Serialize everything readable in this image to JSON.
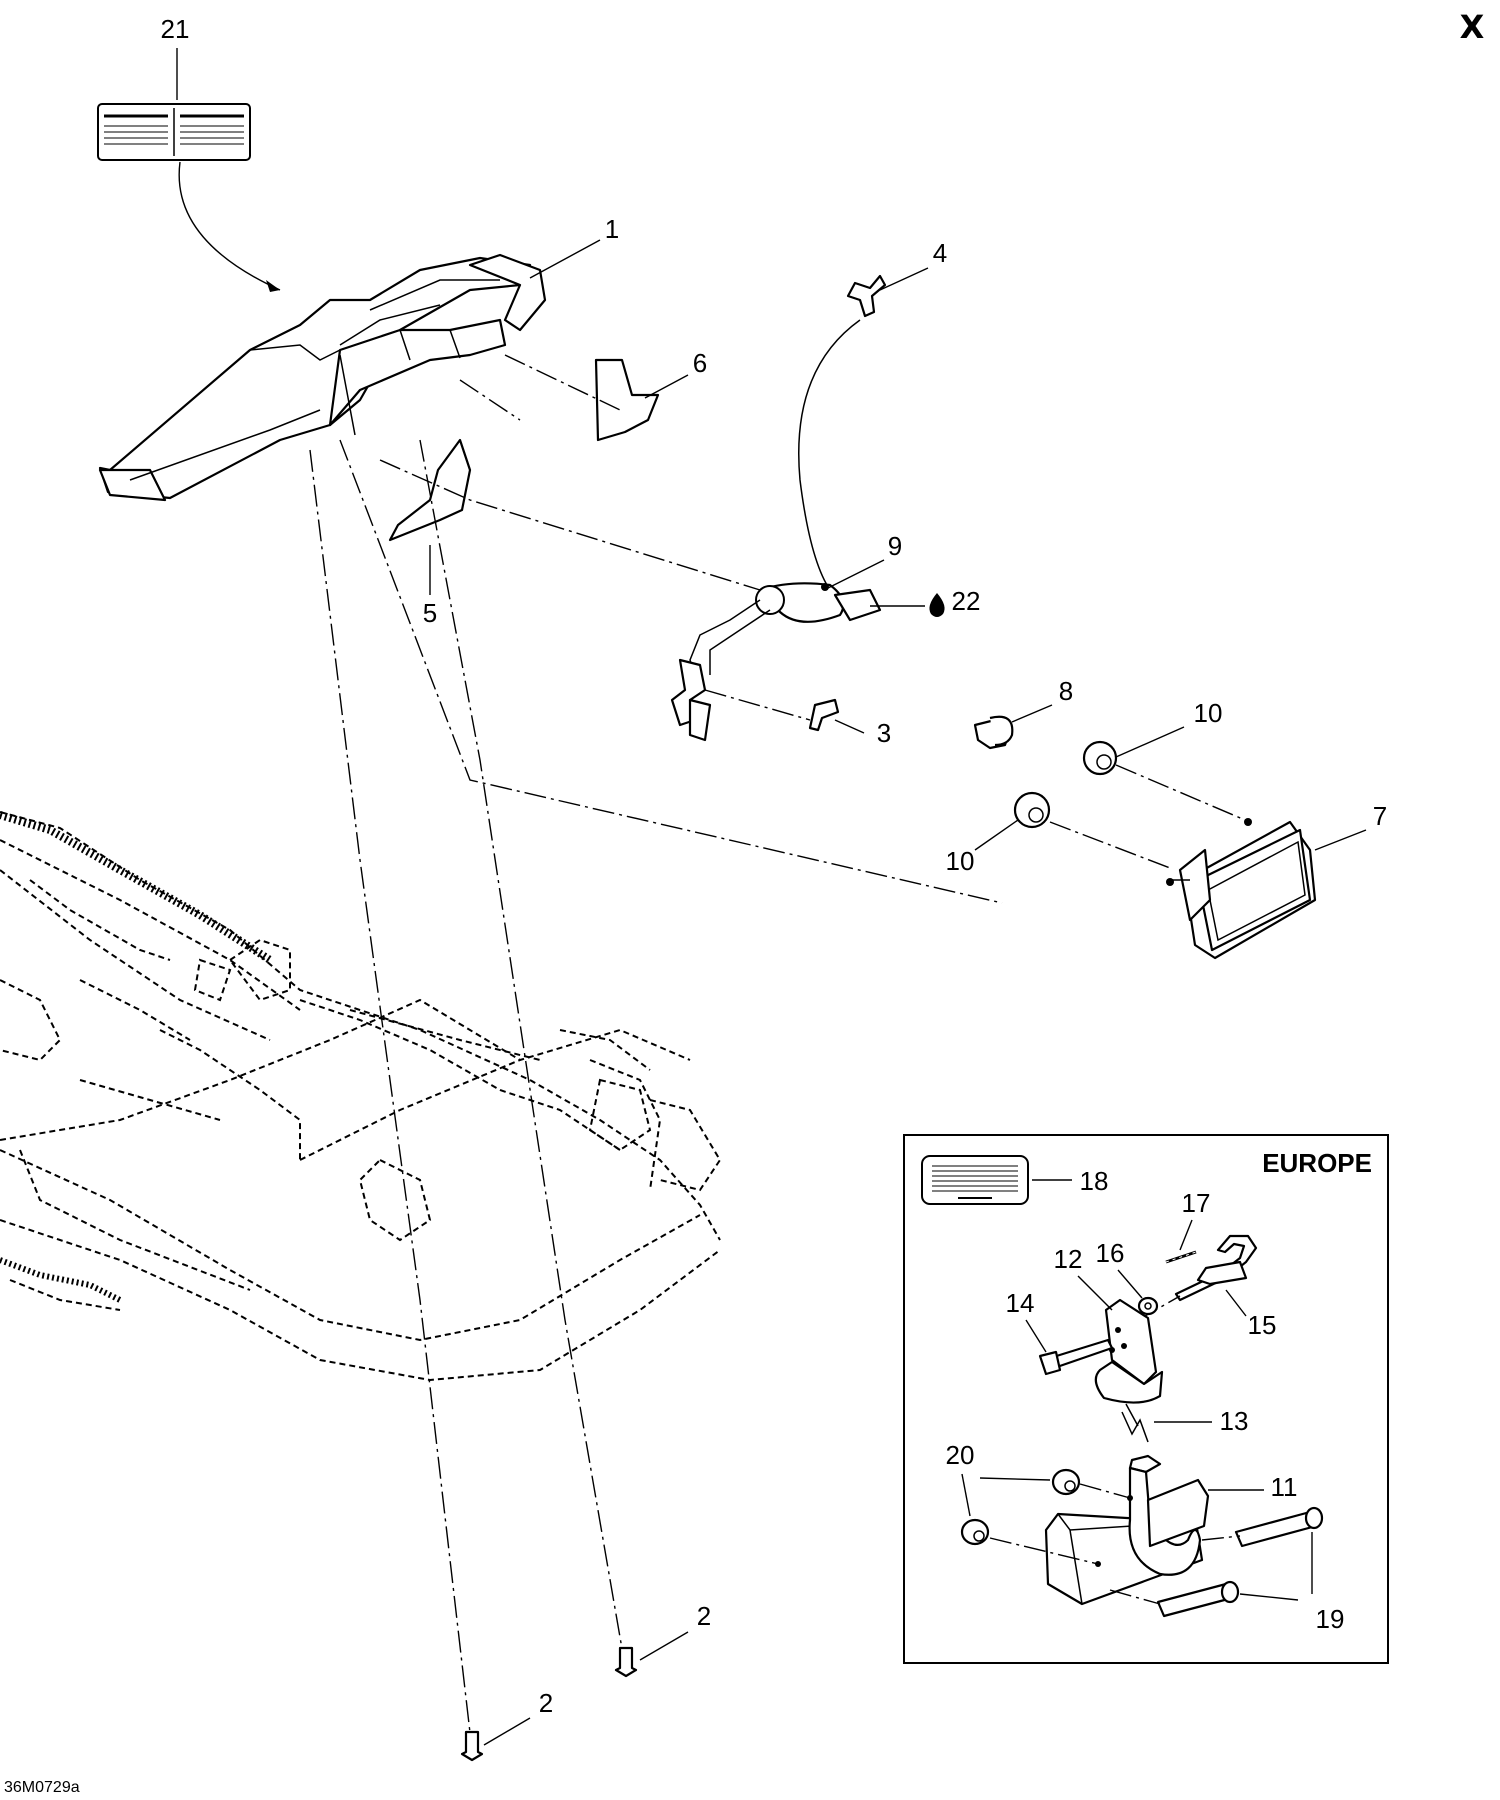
{
  "corner_mark": "X",
  "drawing_code": "36M0729a",
  "region": {
    "title": "EUROPE"
  },
  "callouts": [
    {
      "id": "c21",
      "text": "21"
    },
    {
      "id": "c1",
      "text": "1"
    },
    {
      "id": "c4",
      "text": "4"
    },
    {
      "id": "c6",
      "text": "6"
    },
    {
      "id": "c5",
      "text": "5"
    },
    {
      "id": "c9",
      "text": "9"
    },
    {
      "id": "c22",
      "text": "22"
    },
    {
      "id": "c8",
      "text": "8"
    },
    {
      "id": "c3",
      "text": "3"
    },
    {
      "id": "c10a",
      "text": "10"
    },
    {
      "id": "c10b",
      "text": "10"
    },
    {
      "id": "c7",
      "text": "7"
    },
    {
      "id": "c18",
      "text": "18"
    },
    {
      "id": "c17",
      "text": "17"
    },
    {
      "id": "c12",
      "text": "12"
    },
    {
      "id": "c16",
      "text": "16"
    },
    {
      "id": "c15",
      "text": "15"
    },
    {
      "id": "c14",
      "text": "14"
    },
    {
      "id": "c13",
      "text": "13"
    },
    {
      "id": "c20",
      "text": "20"
    },
    {
      "id": "c11",
      "text": "11"
    },
    {
      "id": "c19",
      "text": "19"
    },
    {
      "id": "c2a",
      "text": "2"
    },
    {
      "id": "c2b",
      "text": "2"
    }
  ]
}
